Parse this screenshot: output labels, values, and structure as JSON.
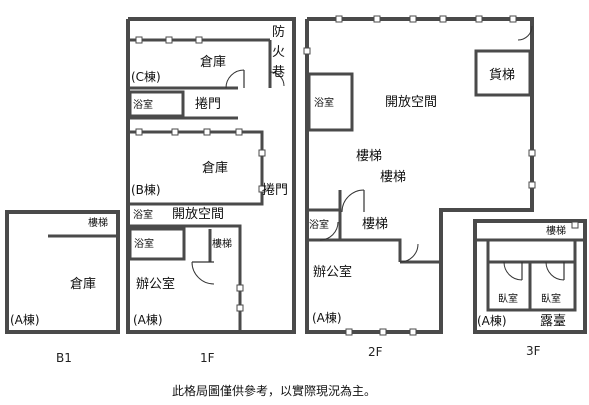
{
  "b1": {
    "storage": "倉庫",
    "building_a": "(A棟)",
    "stairs": "樓梯",
    "floor": "B1"
  },
  "f1": {
    "fire_lane": [
      "防",
      "火",
      "巷"
    ],
    "storage_c": "倉庫",
    "building_c": "(C棟)",
    "bath_c": "浴室",
    "rolling_door_c": "捲門",
    "storage_b": "倉庫",
    "building_b": "(B棟)",
    "rolling_door_b": "捲門",
    "bath_b": "浴室",
    "open_space": "開放空間",
    "bath_a": "浴室",
    "stairs": "樓梯",
    "office": "辦公室",
    "building_a": "(A棟)",
    "floor": "1F"
  },
  "f2": {
    "bath_top": "浴室",
    "open_space": "開放空間",
    "elevator": "貨梯",
    "stairs_1": "樓梯",
    "stairs_2": "樓梯",
    "bath_small": "浴室",
    "stairs_3": "樓梯",
    "office": "辦公室",
    "building_a": "(A棟)",
    "floor": "2F"
  },
  "f3": {
    "stairs": "樓梯",
    "bedroom_1": "臥室",
    "bedroom_2": "臥室",
    "building_a": "(A棟)",
    "terrace": "露臺",
    "floor": "3F"
  },
  "footnote": "此格局圖僅供參考，以實際現況為主。"
}
